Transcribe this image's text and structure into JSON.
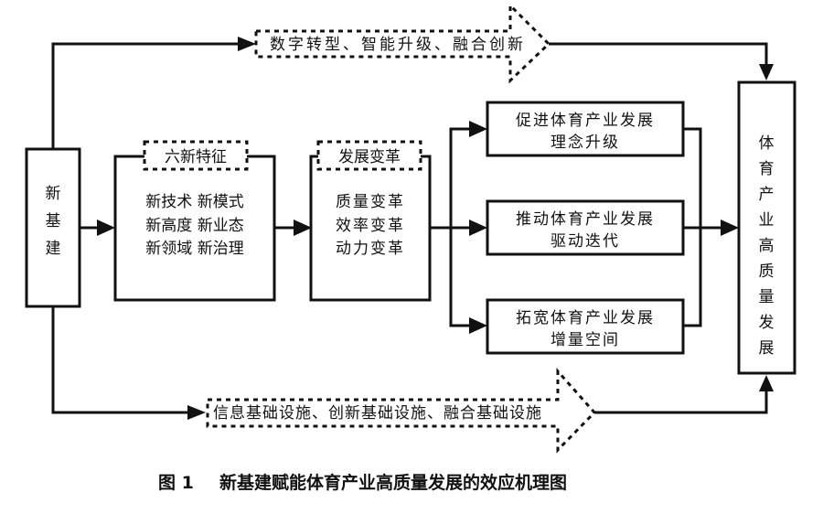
{
  "diagram": {
    "source": {
      "label": "新基建"
    },
    "top_path": {
      "label": "数字转型、智能升级、融合创新"
    },
    "bottom_path": {
      "label": "信息基础设施、创新基础设施、融合基础设施"
    },
    "six_new": {
      "title": "六新特征",
      "lines": [
        "新技术 新模式",
        "新高度 新业态",
        "新领域 新治理"
      ]
    },
    "transform": {
      "title": "发展变革",
      "lines": [
        "质量变革",
        "效率变革",
        "动力变革"
      ]
    },
    "effects": [
      {
        "line1": "促进体育产业发展",
        "line2": "理念升级"
      },
      {
        "line1": "推动体育产业发展",
        "line2": "驱动迭代"
      },
      {
        "line1": "拓宽体育产业发展",
        "line2": "增量空间"
      }
    ],
    "target": {
      "label": "体育产业高质量发展"
    }
  },
  "caption": {
    "figure_no": "图 1",
    "title": "新基建赋能体育产业高质量发展的效应机理图"
  }
}
